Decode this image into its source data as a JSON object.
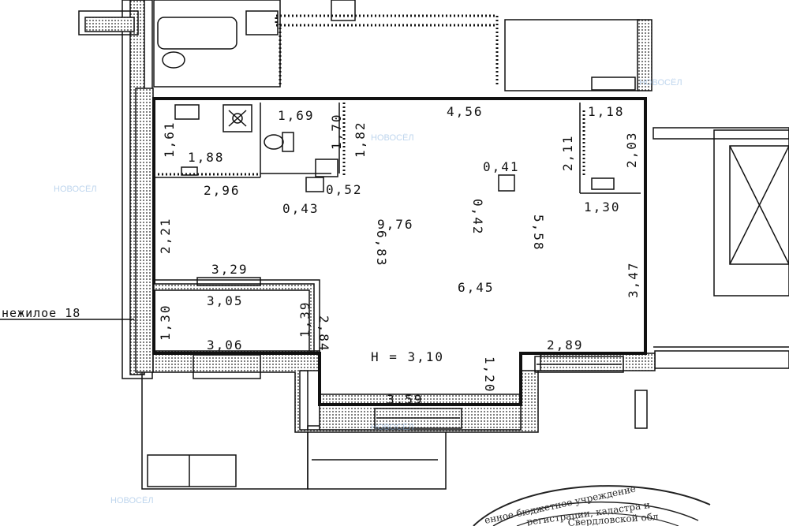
{
  "plan": {
    "dimensions": {
      "d_1_61": "1,61",
      "d_1_88": "1,88",
      "d_1_69": "1,69",
      "d_1_70": "1,70",
      "d_1_82": "1,82",
      "d_4_56": "4,56",
      "d_1_18": "1,18",
      "d_2_11": "2,11",
      "d_2_03": "2,03",
      "d_2_96": "2,96",
      "d_0_52": "0,52",
      "d_0_43": "0,43",
      "d_0_41": "0,41",
      "d_0_42": "0,42",
      "d_1_30": "1,30",
      "d_2_21": "2,21",
      "d_9_76": "9,76",
      "d_6_83": "6,83",
      "d_5_58": "5,58",
      "d_3_29": "3,29",
      "d_3_05": "3,05",
      "d_6_45": "6,45",
      "d_3_47": "3,47",
      "d_1_39": "1,39",
      "d_1_30_side": "1,30",
      "d_3_06": "3,06",
      "d_2_84": "2,84",
      "d_2_89": "2,89",
      "d_1_20": "1,20",
      "d_3_59": "3,59"
    },
    "ceiling_height": "H = 3,10",
    "nonresidential_label": "нежилое 18"
  },
  "watermark": {
    "brand": "НОВОСЁЛ",
    "brand_color": "#8ab4e0"
  },
  "stamp": {
    "line1": "енное бюджетное учреждение",
    "line2": "регистрации, кадастра и",
    "line3": "Свердловской обл"
  }
}
